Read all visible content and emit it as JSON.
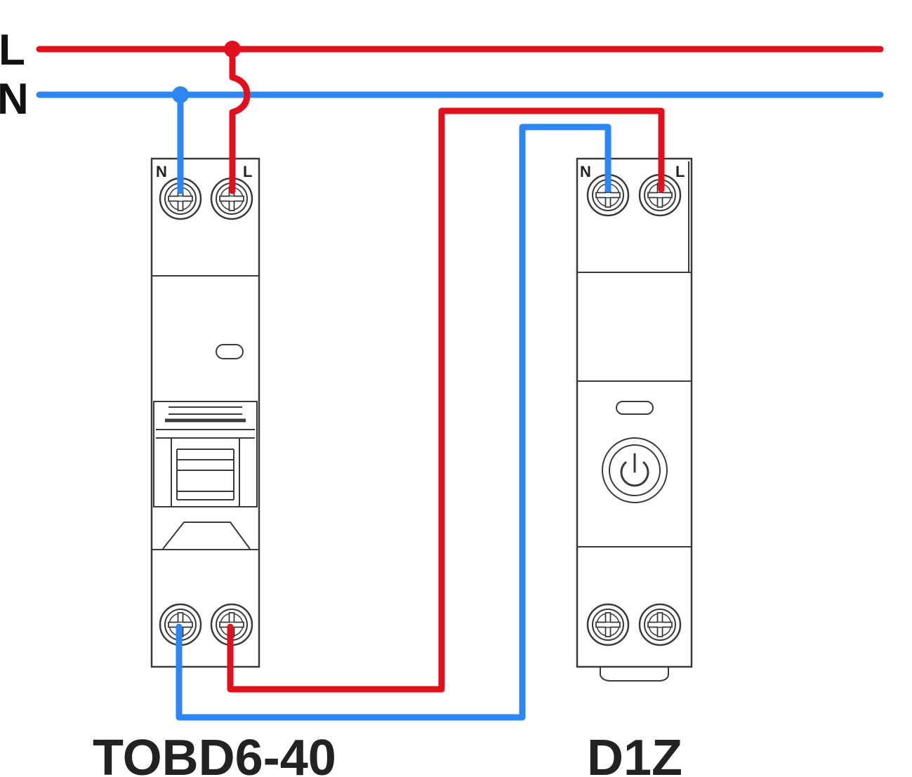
{
  "bus": {
    "line_label": "L",
    "neutral_label": "N"
  },
  "colors": {
    "line": "#e0101c",
    "neutral": "#2e86f0",
    "outline": "#3a3a3a"
  },
  "devices": {
    "breaker": {
      "name": "TOBD6-40",
      "top_terminals": [
        "N",
        "L"
      ]
    },
    "switch": {
      "name": "D1Z",
      "top_terminals": [
        "N",
        "L"
      ],
      "button_icon": "power-icon"
    }
  }
}
